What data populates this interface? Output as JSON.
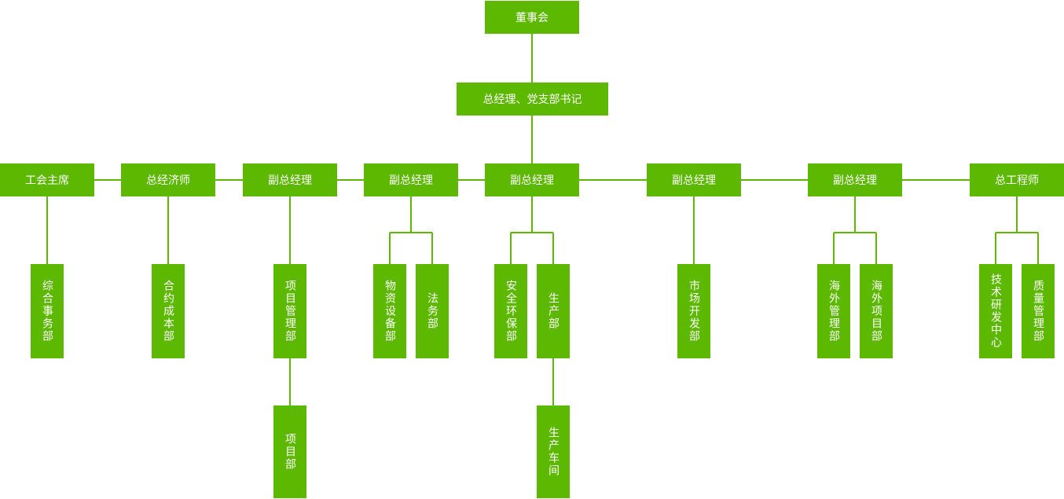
{
  "colors": {
    "node": "#5cb800",
    "line": "#5cb800",
    "text": "#ffffff"
  },
  "chart": {
    "board": "董事会",
    "gm": "总经理、党支部书记",
    "l1": [
      "工会主席",
      "总经济师",
      "副总经理",
      "副总经理",
      "副总经理",
      "副总经理",
      "副总经理",
      "总工程师"
    ],
    "l2": [
      "综合事务部",
      "合约成本部",
      "项目管理部",
      "物资设备部",
      "法务部",
      "安全环保部",
      "生产部",
      "市场开发部",
      "海外管理部",
      "海外项目部",
      "技术研发中心",
      "质量管理部"
    ],
    "l3": [
      "项目部",
      "生产车间"
    ]
  }
}
